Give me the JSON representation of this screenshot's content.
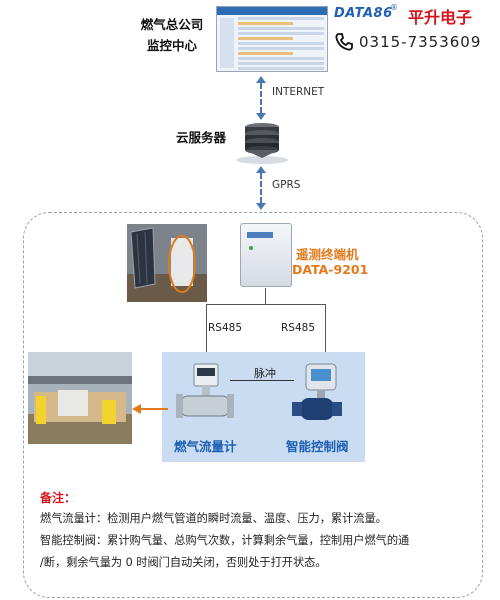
{
  "headquarters": {
    "line1": "燃气总公司",
    "line2": "监控中心"
  },
  "brand": {
    "name": "DATA86",
    "name_mark": "®",
    "cn": "平升电子"
  },
  "phone": {
    "icon": "phone-icon",
    "number": "0315-7353609"
  },
  "links": {
    "internet": "INTERNET",
    "gprs": "GPRS"
  },
  "server": {
    "label": "云服务器",
    "icon": "server-stack-icon"
  },
  "terminal": {
    "name": "遥测终端机",
    "model": "DATA-9201"
  },
  "bus": {
    "left": "RS485",
    "right": "RS485"
  },
  "devices": {
    "pulse": "脉冲",
    "flowmeter": "燃气流量计",
    "valve": "智能控制阀"
  },
  "notes": {
    "title": "备注：",
    "line1": "燃气流量计：检测用户燃气管道的瞬时流量、温度、压力，累计流量。",
    "line2": "智能控制阀：累计购气量、总购气次数，计算剩余气量，控制用户燃气的通",
    "line3": "/断，剩余气量为 0 时阀门自动关闭，否则处于打开状态。"
  },
  "colors": {
    "accent_blue": "#1f5fb4",
    "orange": "#e27a1b",
    "red": "#d4161c",
    "device_panel": "#c9dcf2"
  }
}
